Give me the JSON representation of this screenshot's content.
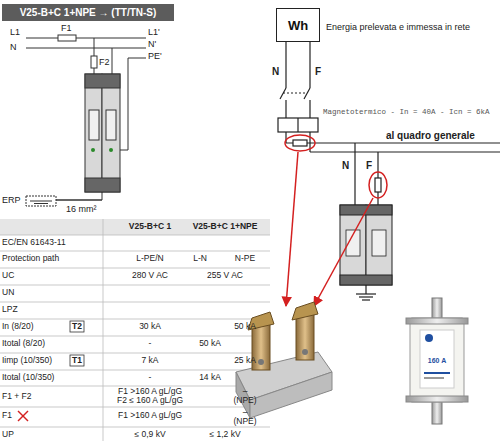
{
  "diagram": {
    "nodes": [
      {
        "text": [
          "V25-B+C 1+NPE → (TT/TN-S)"
        ]
      },
      {
        "text": [
          "Wh"
        ]
      }
    ],
    "labels": [
      "L1",
      "F1",
      "L1'",
      "N",
      "N'",
      "PE'",
      "F2",
      "ERP",
      "16 mm²",
      "V25-B+C 1",
      "V25-B+C 1+NPE",
      "EC/EN 61643-11",
      "Protection path",
      "L-PE/N",
      "L-N",
      "N-PE",
      "UC",
      "280 V AC",
      "255 V AC",
      "UN",
      "LPZ",
      "In (8/20)",
      "T2",
      "30 kA",
      "50 kA",
      "Itotal (8/20)",
      "-",
      "50 kA",
      "Iimp (10/350)",
      "T1",
      "7 kA",
      "25 kA",
      "Itotal (10/350)",
      "-",
      "14 kA",
      "F1 + F2",
      "F1 >160 A gL/gG",
      "F2 ≤ 160 A gL/gG",
      "–",
      "(NPE)",
      "F1",
      "F1 >160 A gL/gG",
      "–",
      "(NPE)",
      "UP",
      "≤ 0,9 kV",
      "≤ 1,2 kV",
      "Energia prelevata e immessa in rete",
      "N",
      "F",
      "Magnetotermico - In = 40A - Icn = 6kA",
      "al quadro generale",
      "N",
      "F",
      "160 A"
    ]
  }
}
